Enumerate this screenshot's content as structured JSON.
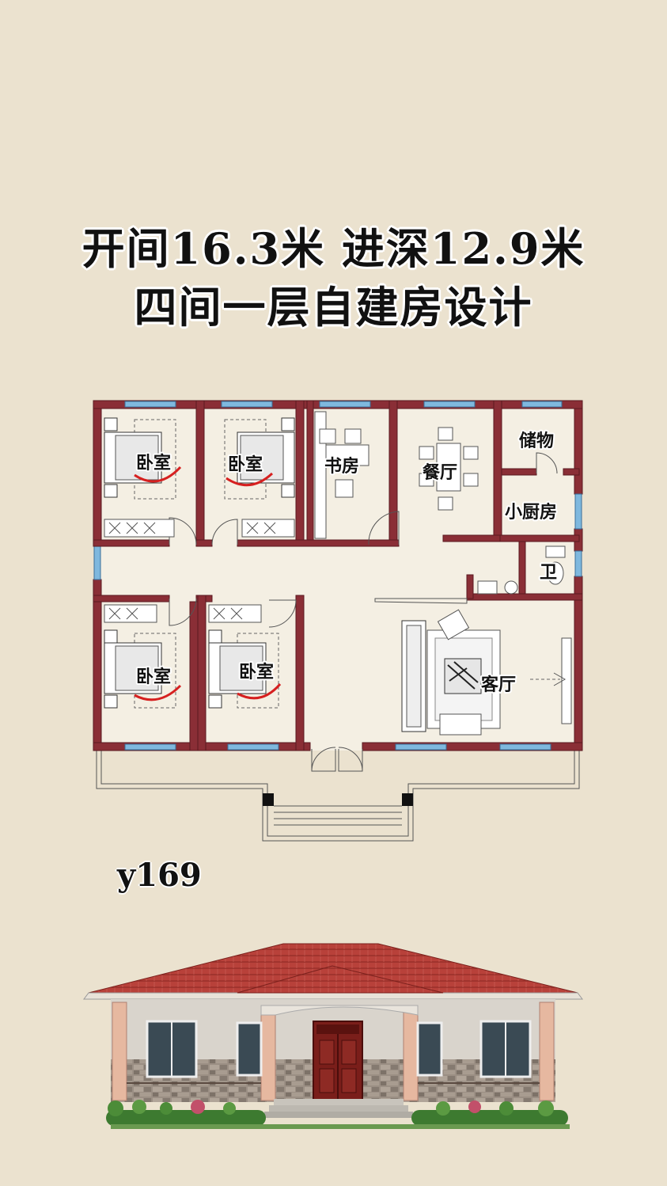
{
  "title": {
    "line1": "开间16.3米 进深12.9米",
    "line2": "四间一层自建房设计"
  },
  "plan_code": "y169",
  "rooms": {
    "bedroom_1": "卧室",
    "bedroom_2": "卧室",
    "bedroom_3": "卧室",
    "bedroom_4": "卧室",
    "study": "书房",
    "dining": "餐厅",
    "storage": "储物",
    "kitchen": "小厨房",
    "bathroom": "卫",
    "living": "客厅"
  },
  "colors": {
    "background": "#ebe2cf",
    "wall": "#8a2e36",
    "window": "#7fb8de",
    "roof": "#b8413a",
    "door": "#7a1e1a"
  }
}
